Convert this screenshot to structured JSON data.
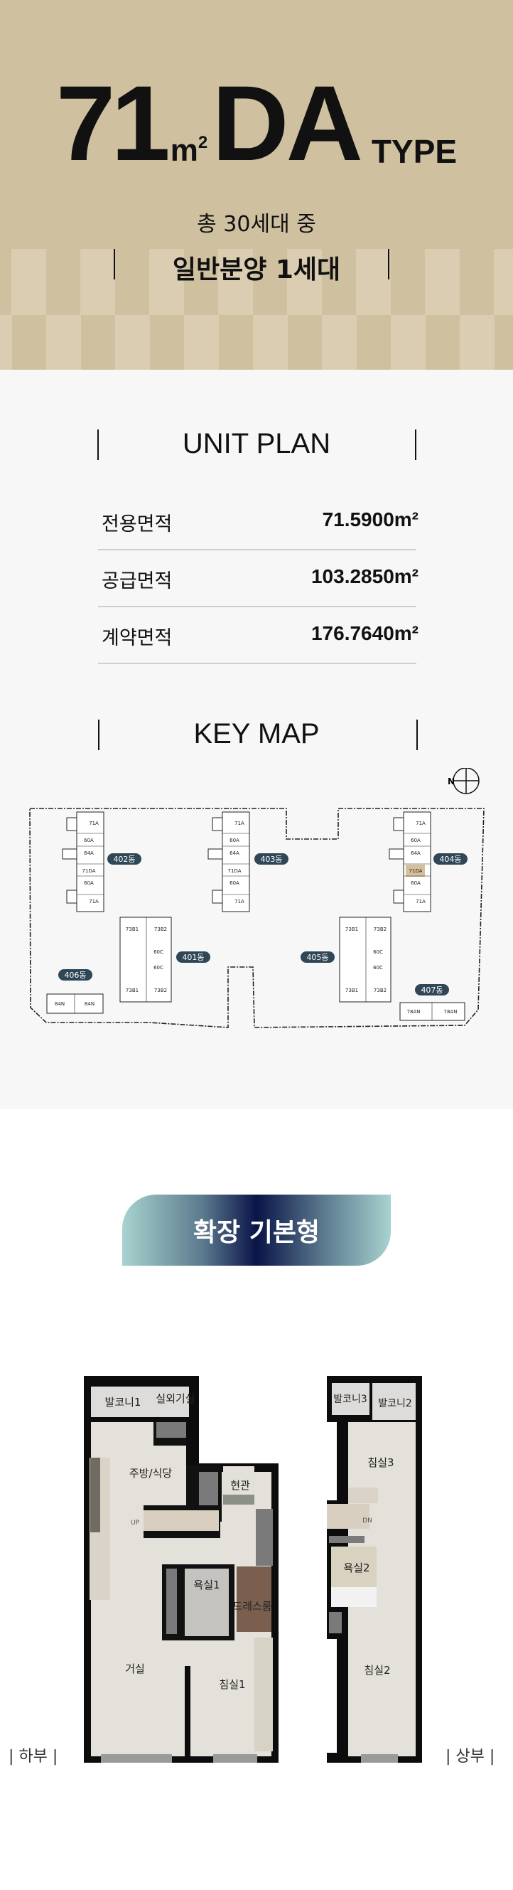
{
  "header": {
    "size_number": "71",
    "size_unit": "m",
    "size_unit_sup": "2",
    "type_code": "DA",
    "type_word": "TYPE",
    "total_units": "총 30세대 중",
    "general_sale": "일반분양 1세대"
  },
  "unit_plan": {
    "title": "UNIT PLAN",
    "rows": [
      {
        "label": "전용면적",
        "value": "71.5900m²"
      },
      {
        "label": "공급면적",
        "value": "103.2850m²"
      },
      {
        "label": "계약면적",
        "value": "176.7640m²"
      }
    ]
  },
  "key_map": {
    "title": "KEY MAP",
    "compass": "N",
    "buildings": {
      "b402": {
        "badge": "402동",
        "units": [
          "71A",
          "60A",
          "64A",
          "71DA",
          "60A",
          "71A"
        ]
      },
      "b403": {
        "badge": "403동",
        "units": [
          "71A",
          "60A",
          "64A",
          "71DA",
          "60A",
          "71A"
        ]
      },
      "b404": {
        "badge": "404동",
        "units": [
          "71A",
          "60A",
          "64A",
          "71DA",
          "60A",
          "71A"
        ]
      },
      "b401": {
        "badge": "401동",
        "units": [
          "73B1",
          "73B2",
          "60C",
          "60C",
          "73B1",
          "73B2"
        ]
      },
      "b405": {
        "badge": "405동",
        "units": [
          "73B1",
          "73B2",
          "60C",
          "60C",
          "73B1",
          "73B2"
        ]
      },
      "b406": {
        "badge": "406동",
        "units": [
          "84N",
          "84N"
        ]
      },
      "b407": {
        "badge": "407동",
        "units": [
          "78AN",
          "78AN"
        ]
      }
    },
    "highlight_color": "#d4c19c"
  },
  "plan_badge": "확장 기본형",
  "floor_plan": {
    "lower_label": "| 하부 |",
    "upper_label": "| 상부 |",
    "lower_rooms": [
      "발코니1",
      "실외기실",
      "주방/식당",
      "현관",
      "UP",
      "욕실1",
      "드레스룸",
      "거실",
      "침실1"
    ],
    "upper_rooms": [
      "발코니3",
      "발코니2",
      "침실3",
      "DN",
      "욕실2",
      "침실2"
    ]
  },
  "colors": {
    "header_bg": "#cfc0a0",
    "badge_dark": "#0a1448",
    "badge_light": "#a8d3cf",
    "building_badge": "#2f4756"
  }
}
